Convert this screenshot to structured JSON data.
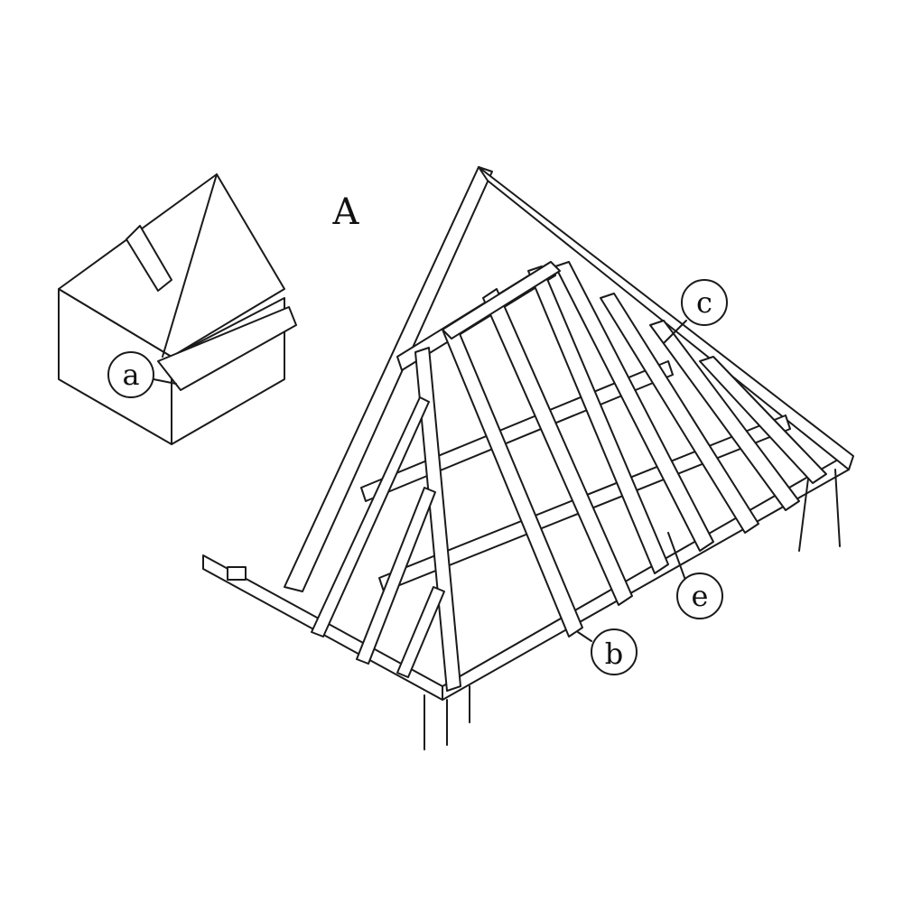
{
  "figure_title": "A",
  "labels": {
    "a": "a",
    "b": "b",
    "c": "c",
    "e": "e"
  },
  "colors": {
    "ink": "#1a1a1a",
    "background": "#ffffff"
  }
}
